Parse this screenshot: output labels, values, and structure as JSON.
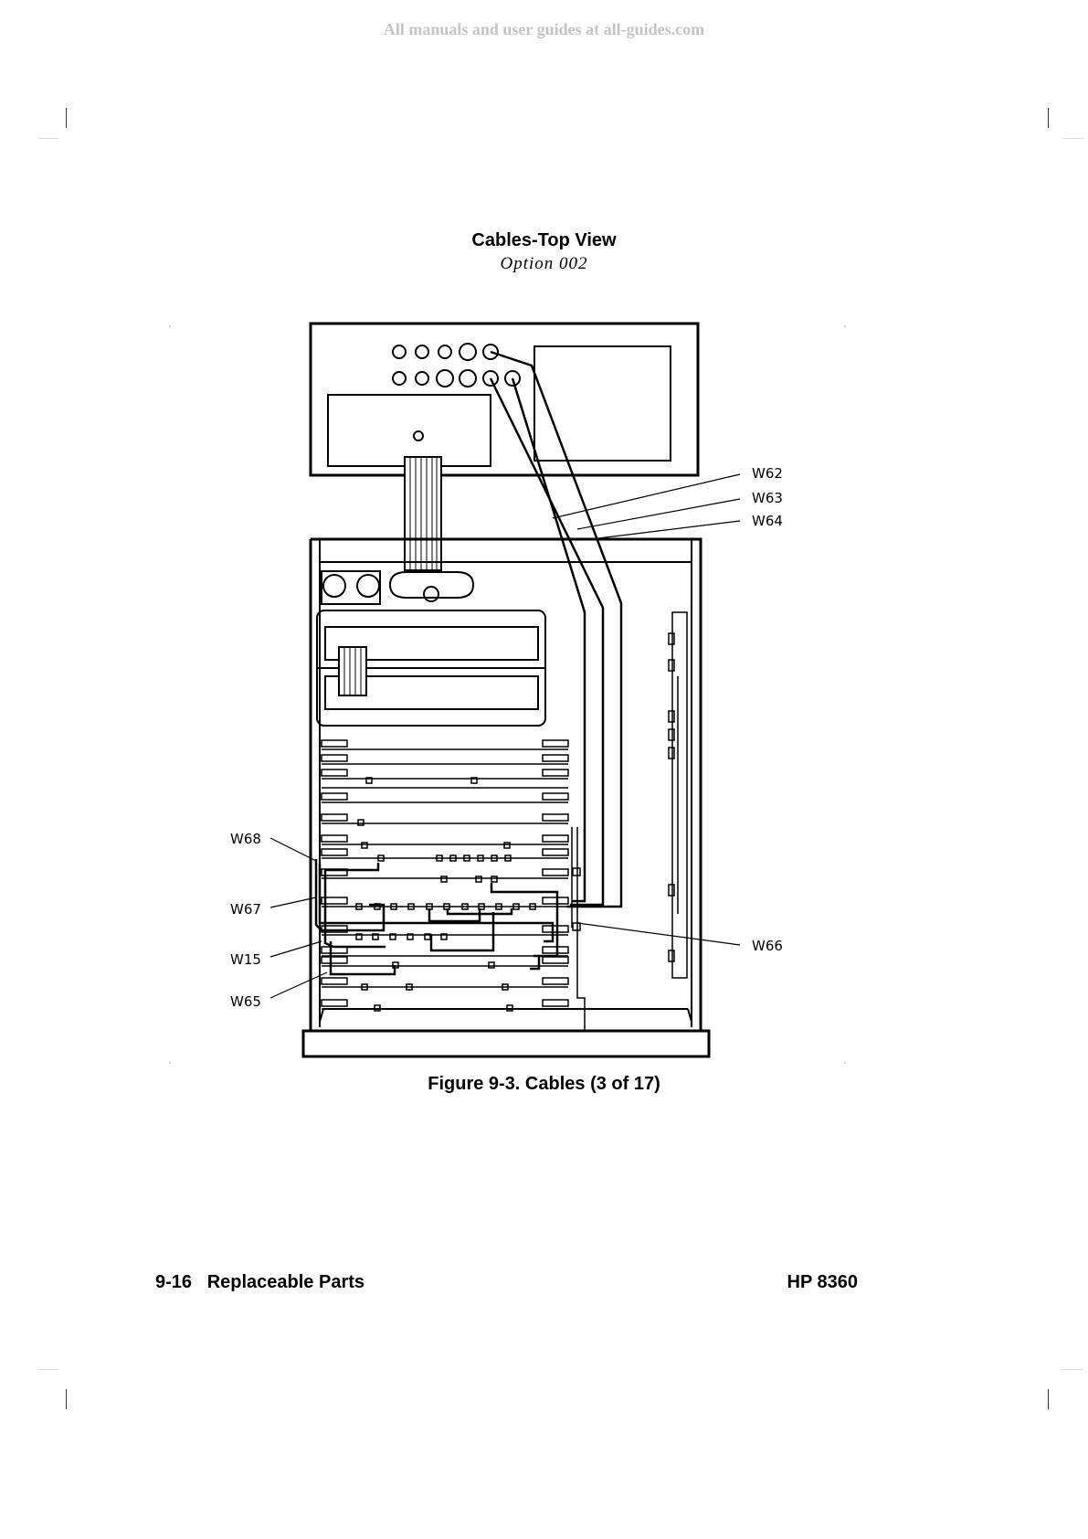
{
  "watermark": "All manuals and user guides at all-guides.com",
  "figure": {
    "title": "Cables-Top View",
    "subtitle": "Option 002",
    "caption": "Figure 9-3. Cables (3 of 17)",
    "callouts": {
      "w62": "W62",
      "w63": "W63",
      "w64": "W64",
      "w66": "W66",
      "w68": "W68",
      "w67": "W67",
      "w15": "W15",
      "w65": "W65"
    }
  },
  "footer": {
    "section": "9-16   Replaceable Parts",
    "product": "HP 8360"
  }
}
